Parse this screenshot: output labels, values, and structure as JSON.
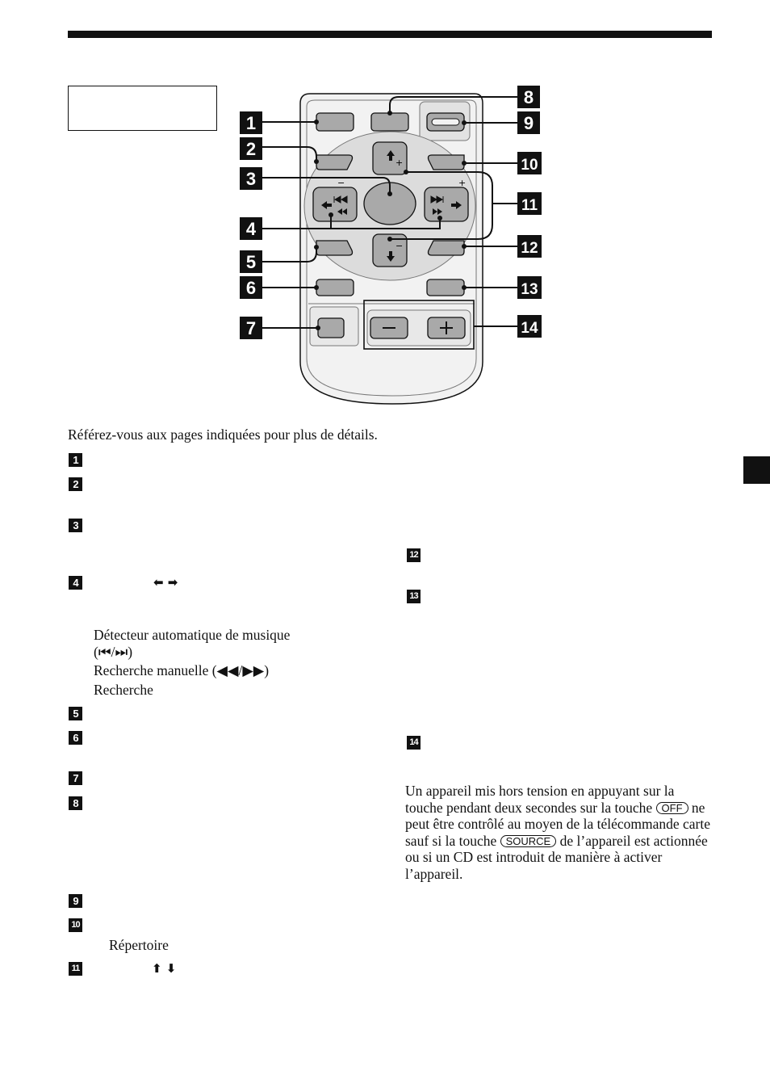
{
  "intro": "Référez-vous aux pages indiquées pour plus de détails.",
  "markers": [
    "1",
    "2",
    "3",
    "4",
    "5",
    "6",
    "7",
    "8",
    "9",
    "10",
    "11",
    "12",
    "13",
    "14"
  ],
  "item4": {
    "arrows": "⬅ ➡",
    "amsd_line1": "Détecteur automatique de musique",
    "amsd_line2": "(⏮/⏭)",
    "manual_search": "Recherche manuelle (◀◀/▶▶)",
    "search": "Recherche"
  },
  "item10": {
    "repertoire": "Répertoire"
  },
  "item11": {
    "arrows": "⬆ ⬇"
  },
  "note": {
    "part1": "Un appareil mis hors tension en appuyant sur la touche pendant deux secondes sur la touche",
    "key_off": "OFF",
    "part2": "ne peut être contrôlé au moyen de la télécommande carte sauf si la touche",
    "key_source": "SOURCE",
    "part3": "de l’appareil est actionnée ou si un CD est introduit de manière à activer l’appareil."
  },
  "colors": {
    "ink": "#111111",
    "remote_body": "#f2f2f2",
    "button": "#a9a9a9",
    "pad": "#dcdcdc"
  }
}
